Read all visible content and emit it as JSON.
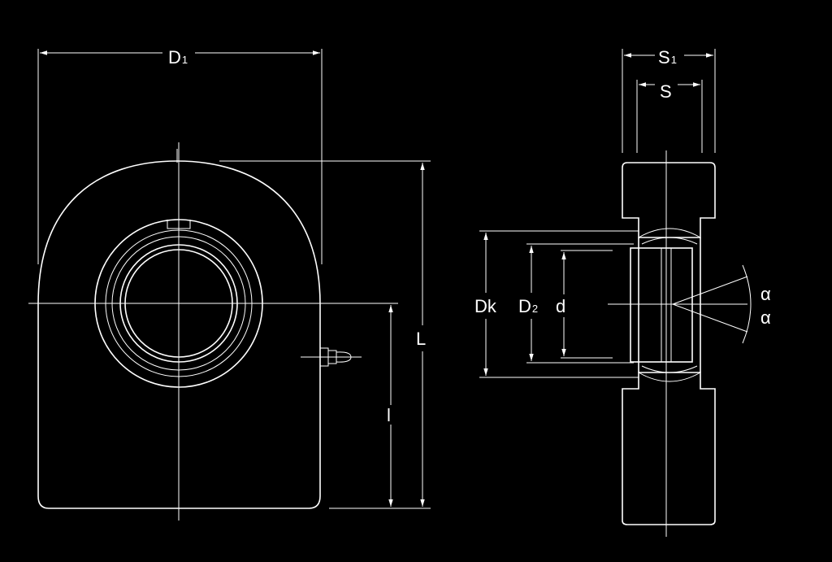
{
  "labels": {
    "D1": {
      "main": "D",
      "sub": "1"
    },
    "L": "L",
    "l": "l",
    "S1": {
      "main": "S",
      "sub": "1"
    },
    "S": "S",
    "Dk": "Dk",
    "D2": {
      "main": "D",
      "sub": "2"
    },
    "d": "d",
    "alpha1": "α",
    "alpha2": "α"
  },
  "colors": {
    "background": "#000000",
    "line": "#ffffff"
  }
}
